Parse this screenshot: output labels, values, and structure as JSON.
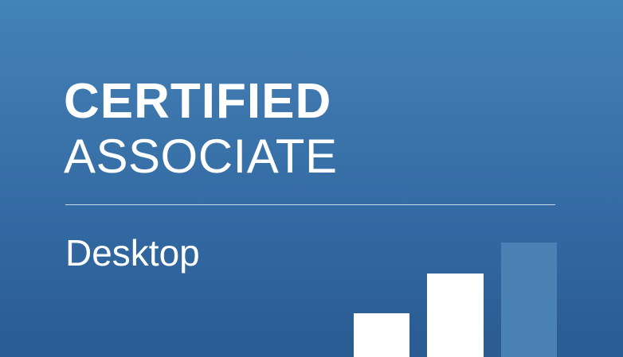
{
  "badge": {
    "line1": "CERTIFIED",
    "line2": "ASSOCIATE",
    "subtitle": "Desktop"
  },
  "colors": {
    "gradient_top": "#4383b6",
    "gradient_bottom": "#2a5b92",
    "text": "#ffffff",
    "bar_solid": "#ffffff",
    "bar_muted": "#4a82b6"
  },
  "graphic": {
    "icon": "bar-chart-icon"
  }
}
